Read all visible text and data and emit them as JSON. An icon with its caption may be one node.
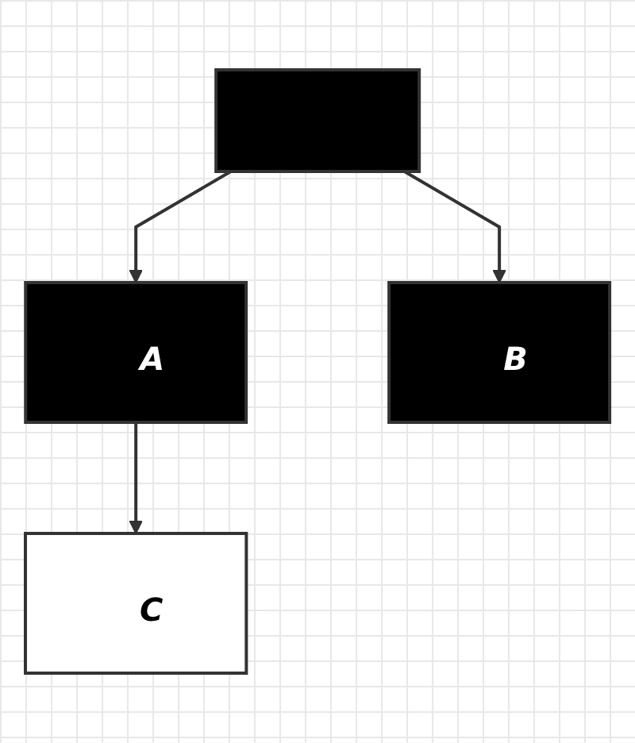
{
  "diagram": {
    "nodes": [
      {
        "text": [],
        "shape": "box"
      },
      {
        "text": [
          "A"
        ]
      },
      {
        "text": [
          "B"
        ]
      },
      {
        "text": [
          "C"
        ]
      }
    ],
    "edges": [
      {
        "from": 0,
        "to": 1,
        "arrow": "to"
      },
      {
        "from": 0,
        "to": 2,
        "arrow": "to"
      },
      {
        "from": 1,
        "to": 3,
        "arrow": "to"
      }
    ]
  }
}
